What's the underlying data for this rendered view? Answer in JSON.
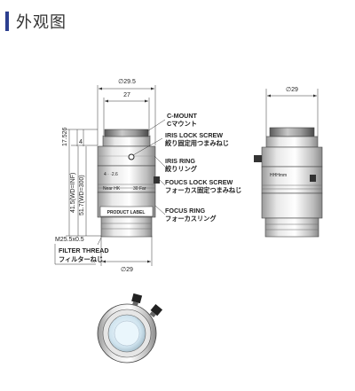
{
  "header": {
    "title": "外观图",
    "accent_color": "#2c3f8f"
  },
  "dimensions": {
    "top_diameter": "∅29.5",
    "width_27": "27",
    "h_17_528": "17.526",
    "h_4": "4",
    "h_41_5": "41.5(WD=INF)",
    "h_51_7": "51.7(WD=300)",
    "filter_size": "M25.5x0.5",
    "bottom_diameter": "∅29",
    "side_diameter": "∅29"
  },
  "callouts": {
    "c_mount_en": "C-MOUNT",
    "c_mount_jp": "Cマウント",
    "iris_screw_en": "IRIS LOCK SCREW",
    "iris_screw_jp": "絞り固定用つまみねじ",
    "iris_ring_en": "IRIS RING",
    "iris_ring_jp": "絞りリング",
    "focus_screw_en": "FOUCS LOCK SCREW",
    "focus_screw_jp": "フォーカス固定つまみねじ",
    "focus_ring_en": "FOCUS RING",
    "focus_ring_jp": "フォーカスリング",
    "filter_thread_en": "FILTER THREAD",
    "filter_thread_jp": "フィルターねじ"
  },
  "lens_markings": {
    "product_label": "PRODUCT LABEL",
    "f_scale": "4  ·  ·2.6",
    "near": "Near HK",
    "far": "30 Far",
    "side_text": "HHHmm"
  }
}
